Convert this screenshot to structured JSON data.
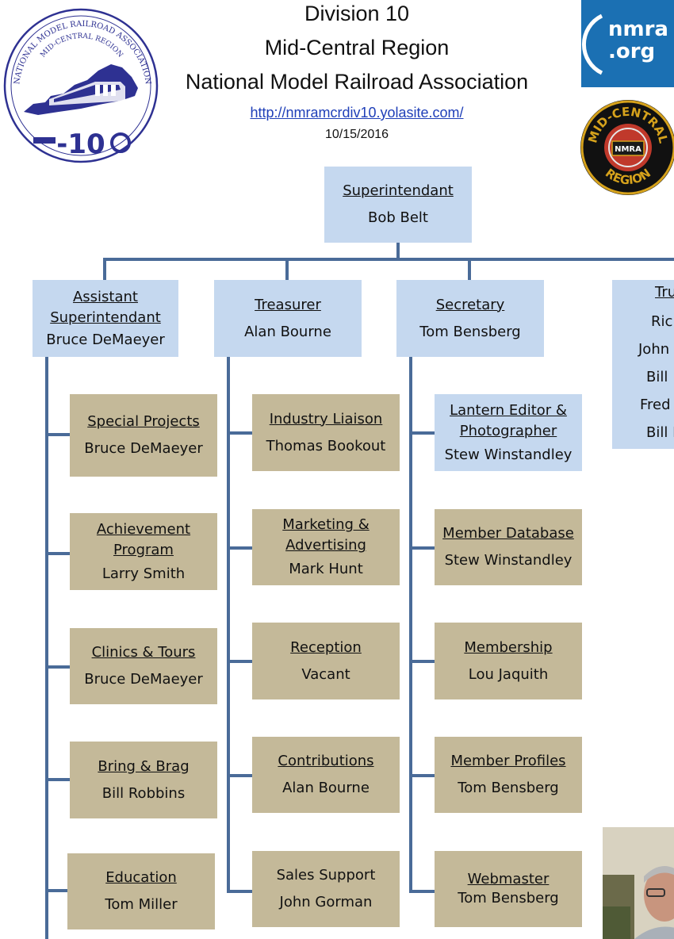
{
  "header": {
    "title1": "Division 10",
    "title2": "Mid-Central Region",
    "title3": "National Model Railroad Association",
    "url": "http://nmramcrdiv10.yolasite.com/",
    "date": "10/15/2016"
  },
  "logos": {
    "division_seal_text_outer": "NATIONAL MODEL RAILROAD ASSOCIATION",
    "division_seal_text_inner": "MID-CENTRAL REGION",
    "division_seal_number": "10",
    "nmra_org_text1": "nmra",
    "nmra_org_text2": ".org",
    "mcr_text_top": "MID-CENTRAL",
    "mcr_text_bottom": "REGION",
    "mcr_text_center": "NMRA"
  },
  "superintendant": {
    "title": "Superintendant",
    "name": "Bob Belt"
  },
  "officers": [
    {
      "title_line1": "Assistant",
      "title_line2": "Superintendant",
      "name": "Bruce DeMaeyer"
    },
    {
      "title": "Treasurer",
      "name": "Alan Bourne"
    },
    {
      "title": "Secretary",
      "name": "Tom Bensberg"
    }
  ],
  "trustees": {
    "title": "Tru",
    "names": [
      "Rich",
      "John",
      "Bill",
      "Fred",
      "Bill F"
    ]
  },
  "col1": [
    {
      "title": "Special Projects",
      "name": "Bruce DeMaeyer"
    },
    {
      "title_line1": "Achievement",
      "title_line2": "Program",
      "name": "Larry Smith"
    },
    {
      "title": "Clinics & Tours",
      "name": "Bruce DeMaeyer"
    },
    {
      "title": "Bring & Brag",
      "name": "Bill Robbins"
    },
    {
      "title": "Education",
      "name": "Tom Miller"
    }
  ],
  "col2": [
    {
      "title": "Industry Liaison",
      "name": "Thomas Bookout"
    },
    {
      "title_line1": "Marketing &",
      "title_line2": "Advertising",
      "name": "Mark Hunt"
    },
    {
      "title": "Reception",
      "name": "Vacant"
    },
    {
      "title": "Contributions",
      "name": "Alan Bourne"
    },
    {
      "title": "Sales Support",
      "name": "John Gorman"
    }
  ],
  "col3": [
    {
      "title_line1": "Lantern Editor &",
      "title_line2": "Photographer",
      "name": "Stew Winstandley"
    },
    {
      "title": "Member Database",
      "name": "Stew Winstandley"
    },
    {
      "title": "Membership",
      "name": "Lou Jaquith"
    },
    {
      "title": "Member Profiles",
      "name": "Tom Bensberg"
    },
    {
      "title": "Webmaster",
      "name": "Tom Bensberg"
    }
  ],
  "colors": {
    "blue_box": "#c5d8ef",
    "tan_box": "#c4b999",
    "connector": "#4a6b98",
    "link": "#1f3fb8"
  }
}
